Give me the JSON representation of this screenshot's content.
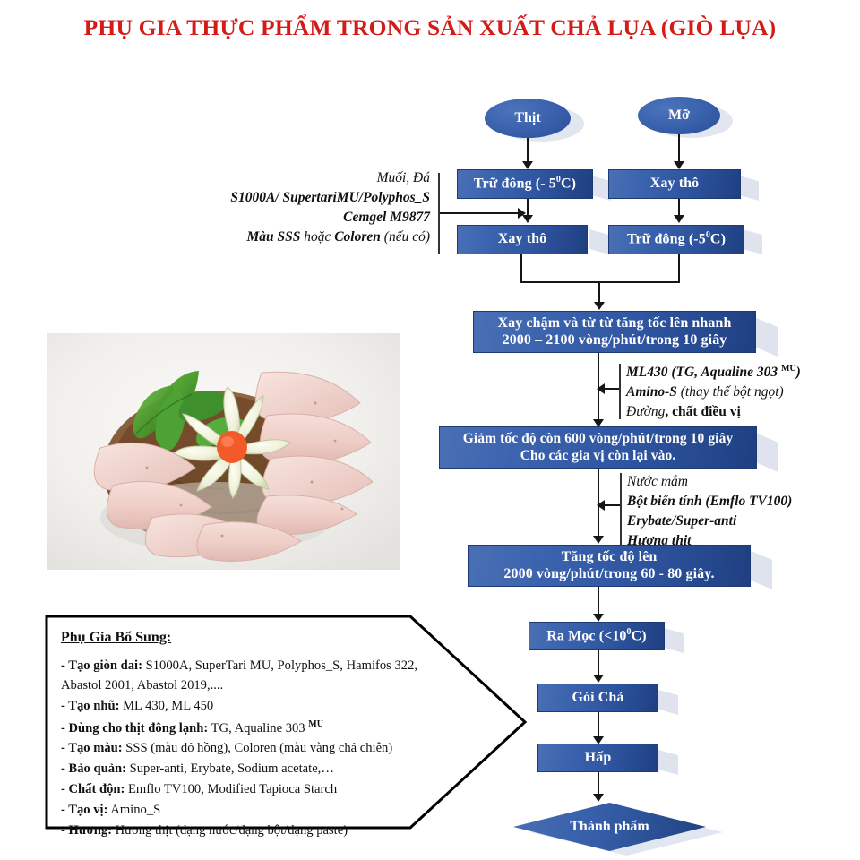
{
  "title": "PHỤ GIA THỰC PHẨM TRONG SẢN XUẤT CHẢ LỤA (GIÒ LỤA)",
  "nodes": {
    "meat": "Thịt",
    "fat": "Mỡ",
    "meat_freeze": "Trữ đông (- 5",
    "meat_freeze_sup": "0",
    "meat_freeze_tail": "C)",
    "fat_grind": "Xay thô",
    "meat_grind": "Xay thô",
    "fat_freeze": "Trữ đông (-5",
    "fat_freeze_sup": "0",
    "fat_freeze_tail": "C)",
    "grind_slow_l1": "Xay chậm và từ từ tăng tốc lên nhanh",
    "grind_slow_l2": "2000 – 2100 vòng/phút/trong 10 giây",
    "reduce_l1": "Giảm tốc độ còn 600 vòng/phút/trong 10 giây",
    "reduce_l2": "Cho các gia vị còn lại vào.",
    "speedup_l1": "Tăng tốc độ lên",
    "speedup_l2": "2000 vòng/phút/trong 60 - 80 giây.",
    "ra_moc": "Ra Mọc (<10",
    "ra_moc_sup": "0",
    "ra_moc_tail": "C)",
    "goi_cha": "Gói Chả",
    "hap": "Hấp",
    "thanh_pham": "Thành phẩm"
  },
  "annotations": {
    "top_left": {
      "line1": "Muối, Đá",
      "line2": "S1000A/ SupertariMU/Polyphos_S",
      "line3": "Cemgel M9877",
      "line4a": "Màu SSS",
      "line4b": " hoặc ",
      "line4c": "Coloren",
      "line4d": " (nếu có)"
    },
    "mid": {
      "line1a": "ML430 (TG, Aqualine 303 ",
      "line1sup": "MU",
      "line1b": ")",
      "line2a": "Amino-S",
      "line2b": " (thay thế bột ngọt)",
      "line3a": "Đường",
      "line3b": ", chất điều vị"
    },
    "lower": {
      "line1": "Nước mắm",
      "line2": "Bột biến tính (Emflo TV100)",
      "line3": "Erybate/Super-anti",
      "line4": "Hương thịt"
    }
  },
  "callout": {
    "title": "Phụ Gia Bổ Sung:",
    "items": [
      {
        "label": "- Tạo giòn dai:",
        "value": " S1000A, SuperTari MU, Polyphos_S, Hamifos 322, Abastol 2001, Abastol 2019,...."
      },
      {
        "label": "- Tạo nhũ:",
        "value": " ML 430, ML 450"
      },
      {
        "label": "- Dùng cho thịt đông lạnh:",
        "value": " TG, Aqualine 303 ",
        "sup": "MU"
      },
      {
        "label": "- Tạo màu:",
        "value": " SSS (màu đỏ hồng), Coloren (màu vàng chả chiên)"
      },
      {
        "label": "- Bảo quản:",
        "value": " Super-anti,  Erybate, Sodium acetate,…"
      },
      {
        "label": "- Chất độn:",
        "value": " Emflo TV100, Modified Tapioca Starch"
      },
      {
        "label": "- Tạo vị:",
        "value": " Amino_S"
      },
      {
        "label": "- Hương:",
        "value": " Hương thịt (dạng nước/dạng bột/dạng paste)"
      }
    ]
  },
  "photo": {
    "alt": "Chả lụa thái lát bày hình hoa với lá húng và hoa tỉa"
  },
  "colors": {
    "title": "#d31b18",
    "node_fill_light": "#4a6fb5",
    "node_fill_dark": "#1f3f81",
    "node_border": "#1d3a77",
    "shadow": "#dfe3ee",
    "connector": "#161616",
    "callout_border": "#000000"
  }
}
